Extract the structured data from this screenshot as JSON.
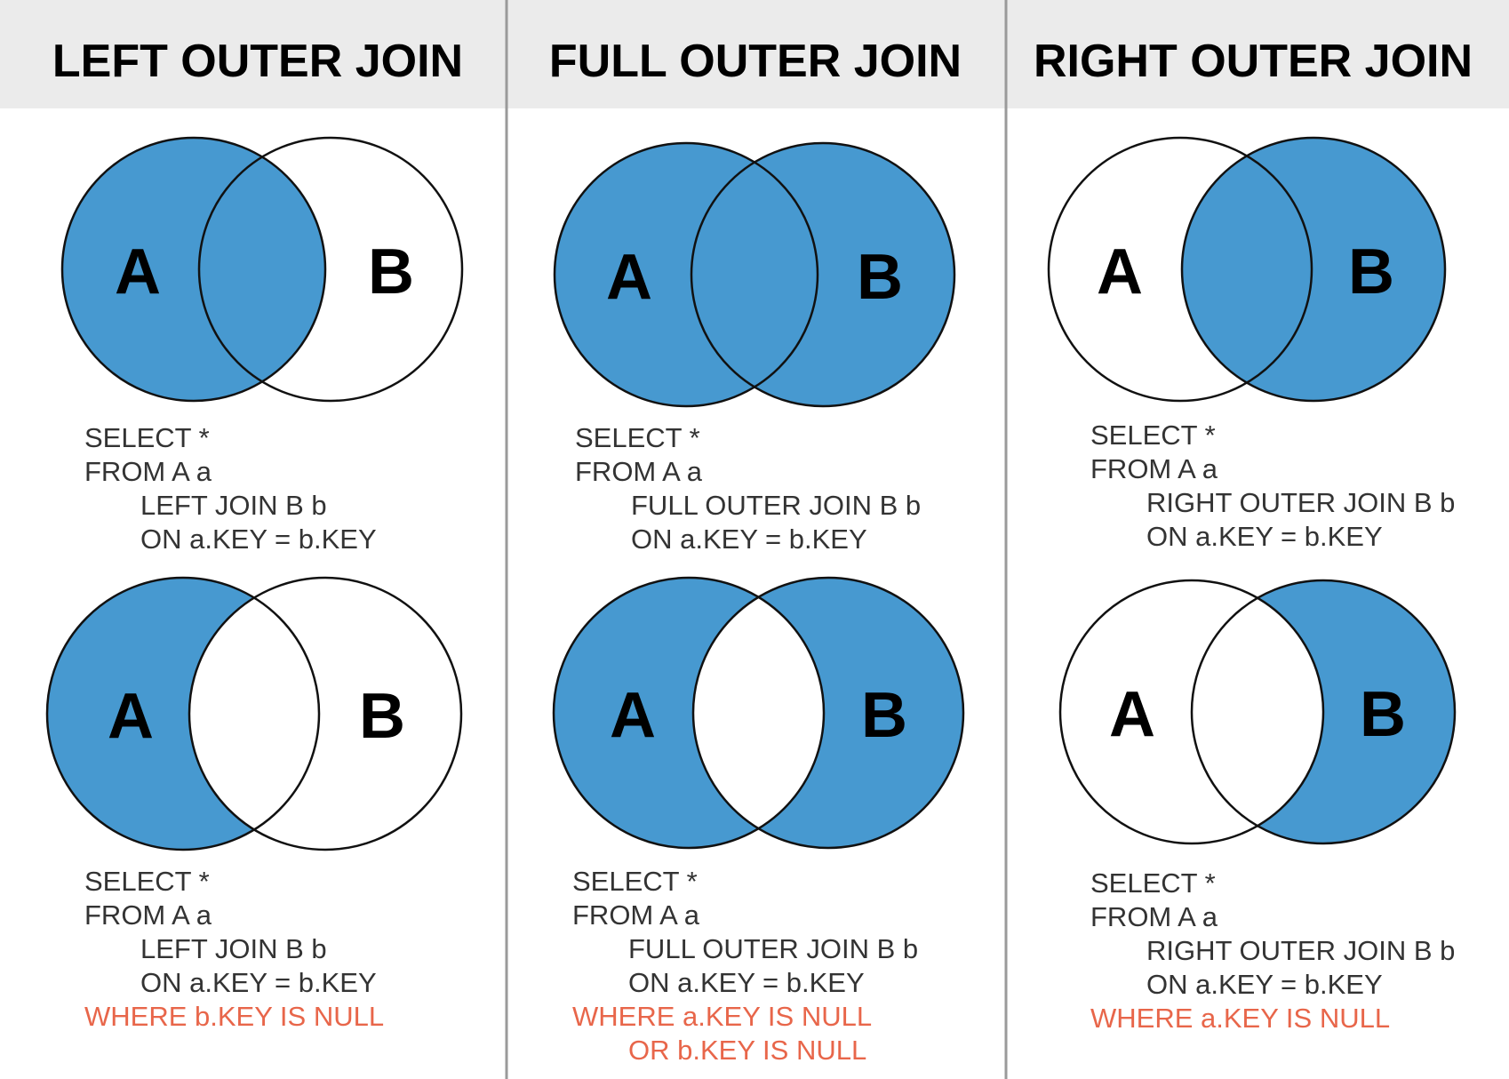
{
  "colors": {
    "fill": "#4799d0",
    "header_background": "#ebebeb",
    "highlight_text": "#e8664a",
    "text": "#333333",
    "divider": "#9a9a9a"
  },
  "columns": [
    {
      "title": "LEFT OUTER JOIN",
      "diagrams": [
        {
          "set_labels": [
            "A",
            "B"
          ],
          "shaded_regions": [
            "a_only",
            "intersection"
          ],
          "query": [
            {
              "text": "SELECT *",
              "indent": false,
              "highlight": false
            },
            {
              "text": "FROM A a",
              "indent": false,
              "highlight": false
            },
            {
              "text": "LEFT JOIN B b",
              "indent": true,
              "highlight": false
            },
            {
              "text": "ON a.KEY = b.KEY",
              "indent": true,
              "highlight": false
            }
          ]
        },
        {
          "set_labels": [
            "A",
            "B"
          ],
          "shaded_regions": [
            "a_only"
          ],
          "query": [
            {
              "text": "SELECT *",
              "indent": false,
              "highlight": false
            },
            {
              "text": "FROM A a",
              "indent": false,
              "highlight": false
            },
            {
              "text": "LEFT JOIN B b",
              "indent": true,
              "highlight": false
            },
            {
              "text": "ON a.KEY = b.KEY",
              "indent": true,
              "highlight": false
            },
            {
              "text": "WHERE b.KEY IS NULL",
              "indent": false,
              "highlight": true
            }
          ]
        }
      ]
    },
    {
      "title": "FULL OUTER JOIN",
      "diagrams": [
        {
          "set_labels": [
            "A",
            "B"
          ],
          "shaded_regions": [
            "a_only",
            "intersection",
            "b_only"
          ],
          "query": [
            {
              "text": "SELECT *",
              "indent": false,
              "highlight": false
            },
            {
              "text": "FROM A a",
              "indent": false,
              "highlight": false
            },
            {
              "text": "FULL OUTER JOIN B b",
              "indent": true,
              "highlight": false
            },
            {
              "text": "ON a.KEY = b.KEY",
              "indent": true,
              "highlight": false
            }
          ]
        },
        {
          "set_labels": [
            "A",
            "B"
          ],
          "shaded_regions": [
            "a_only",
            "b_only"
          ],
          "query": [
            {
              "text": "SELECT *",
              "indent": false,
              "highlight": false
            },
            {
              "text": "FROM A a",
              "indent": false,
              "highlight": false
            },
            {
              "text": "FULL OUTER JOIN B b",
              "indent": true,
              "highlight": false
            },
            {
              "text": "ON a.KEY = b.KEY",
              "indent": true,
              "highlight": false
            },
            {
              "text": "WHERE a.KEY IS NULL",
              "indent": false,
              "highlight": true
            },
            {
              "text": "OR b.KEY IS NULL",
              "indent": true,
              "highlight": true
            }
          ]
        }
      ]
    },
    {
      "title": "RIGHT OUTER JOIN",
      "diagrams": [
        {
          "set_labels": [
            "A",
            "B"
          ],
          "shaded_regions": [
            "intersection",
            "b_only"
          ],
          "query": [
            {
              "text": "SELECT *",
              "indent": false,
              "highlight": false
            },
            {
              "text": "FROM A a",
              "indent": false,
              "highlight": false
            },
            {
              "text": "RIGHT OUTER JOIN B b",
              "indent": true,
              "highlight": false
            },
            {
              "text": "ON a.KEY = b.KEY",
              "indent": true,
              "highlight": false
            }
          ]
        },
        {
          "set_labels": [
            "A",
            "B"
          ],
          "shaded_regions": [
            "b_only"
          ],
          "query": [
            {
              "text": "SELECT *",
              "indent": false,
              "highlight": false
            },
            {
              "text": "FROM A a",
              "indent": false,
              "highlight": false
            },
            {
              "text": "RIGHT OUTER JOIN B b",
              "indent": true,
              "highlight": false
            },
            {
              "text": "ON a.KEY = b.KEY",
              "indent": true,
              "highlight": false
            },
            {
              "text": "WHERE a.KEY IS NULL",
              "indent": false,
              "highlight": true
            }
          ]
        }
      ]
    }
  ]
}
